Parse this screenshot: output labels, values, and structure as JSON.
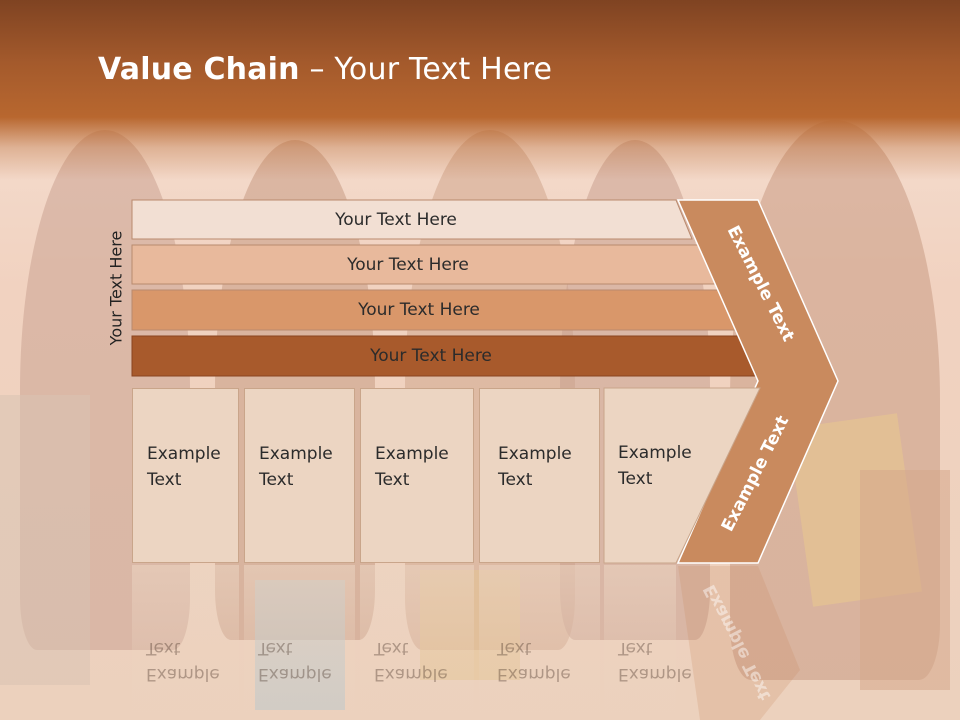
{
  "slide": {
    "title_bold": "Value Chain",
    "title_rest": " – Your Text Here",
    "vertical_label": "Your Text Here"
  },
  "bands": [
    {
      "label": "Your Text Here",
      "color": "#f2dfd3"
    },
    {
      "label": "Your Text Here",
      "color": "#e8b99c"
    },
    {
      "label": "Your Text Here",
      "color": "#d9976a"
    },
    {
      "label": "Your Text Here",
      "color": "#a85a2c"
    }
  ],
  "columns": [
    {
      "line1": "Example",
      "line2": "Text"
    },
    {
      "line1": "Example",
      "line2": "Text"
    },
    {
      "line1": "Example",
      "line2": "Text"
    },
    {
      "line1": "Example",
      "line2": "Text"
    },
    {
      "line1": "Example",
      "line2": "Text"
    }
  ],
  "chevron": {
    "upper_label": "Example Text",
    "lower_label": "Example Text",
    "color": "#c98a5e"
  },
  "colors": {
    "header": "#a45a2c",
    "box_fill": "#ecd5c2"
  }
}
